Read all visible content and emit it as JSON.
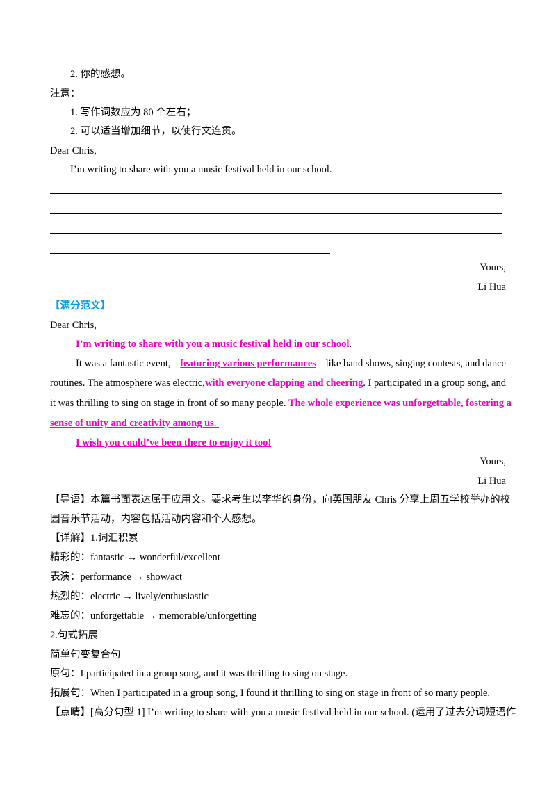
{
  "top": {
    "item2": "2. 你的感想。",
    "note_heading": "注意：",
    "note1": "1. 写作词数应为 80 个左右；",
    "note2": "2. 可以适当增加细节，以使行文连贯。",
    "salutation": "Dear Chris,",
    "opening": "I’m writing to share with you a music festival held in our school.",
    "closing": "Yours,",
    "signature": "Li Hua"
  },
  "model": {
    "heading": "【满分范文】",
    "salutation": "Dear Chris,",
    "s1": "I’m writing to share with you a music festival held in our school",
    "s1_end": ".",
    "p2_a": "It was a fantastic event,",
    "p2_b": "featuring various performances",
    "p2_c": "like band shows, singing contests, and dance",
    "p3_a": "routines. The atmosphere was electric,",
    "p3_b": "with everyone clapping and cheering",
    "p3_c": ". I participated in a group song, and",
    "p4_a": "it was thrilling to sing on stage in front of so many people.",
    "p4_b": " The whole experience was unforgettable, fostering a",
    "p5": "sense of unity and creativity among us. ",
    "p6": "I wish you could’ve been there to enjoy it too!",
    "closing": "Yours,",
    "signature": "Li Hua"
  },
  "guide": {
    "line1": "【导语】本篇书面表达属于应用文。要求考生以李华的身份，向英国朋友 Chris 分享上周五学校举办的校",
    "line2": "园音乐节活动，内容包括活动内容和个人感想。"
  },
  "detail": {
    "heading": "【详解】1.词汇积累",
    "vocab": [
      "精彩的：fantastic → wonderful/excellent",
      "表演：performance → show/act",
      "热烈的：electric → lively/enthusiastic",
      "难忘的：unforgettable → memorable/unforgetting"
    ],
    "section2": "2.句式拓展",
    "section2_sub": "简单句变复合句",
    "original": "原句：I participated in a group song, and it was thrilling to sing on stage.",
    "expanded": "拓展句：When I participated in a group song, I found it thrilling to sing on stage in front of so many people.",
    "highlight": "【点睛】[高分句型 1] I’m writing to share with you a music festival held in our school. (运用了过去分词短语作"
  }
}
